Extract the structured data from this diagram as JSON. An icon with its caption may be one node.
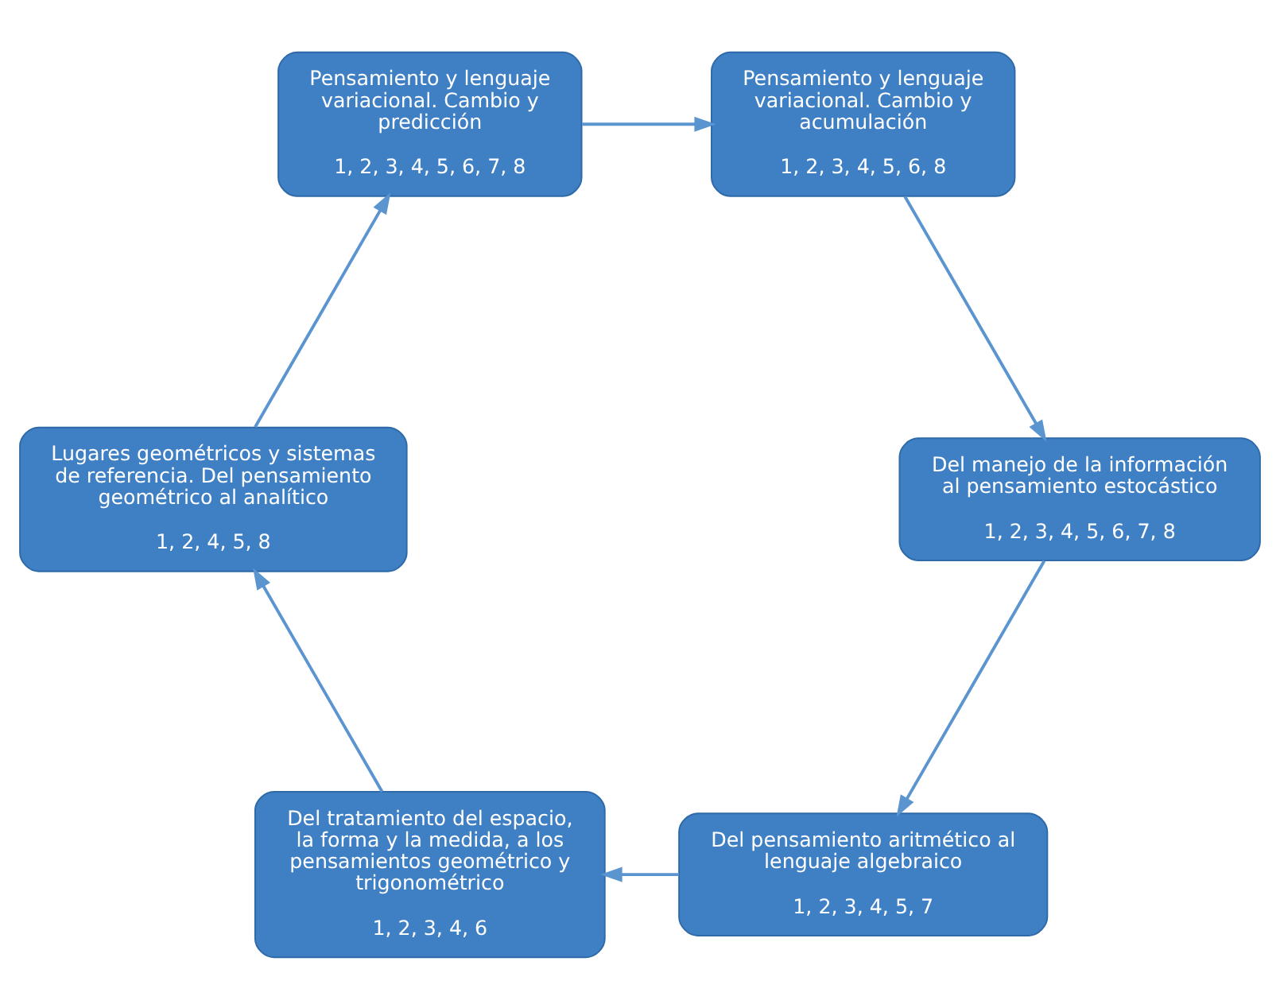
{
  "diagram": {
    "nodes": [
      {
        "text": [
          "Del pensamiento aritmético al lenguaje algebraico",
          "1, 2, 3, 4, 5, 7"
        ]
      },
      {
        "text": [
          "Del tratamiento del espacio, la forma y la medida, a los pensamientos geométrico y trigonométrico",
          "1, 2, 3, 4, 6"
        ]
      },
      {
        "text": [
          "Lugares geométricos y sistemas de referencia. Del pensamiento geométrico al analítico",
          "1, 2, 4, 5, 8"
        ]
      },
      {
        "text": [
          "Pensamiento y lenguaje variacional. Cambio y predicción",
          "1, 2, 3, 4, 5, 6, 7, 8"
        ]
      },
      {
        "text": [
          "Pensamiento y lenguaje variacional. Cambio y acumulación",
          "1, 2, 3, 4, 5, 6, 8"
        ]
      },
      {
        "text": [
          "Del manejo de la información al pensamiento estocástico",
          "1, 2, 3, 4, 5, 6, 7, 8"
        ]
      }
    ],
    "edges": [
      {
        "from": 0,
        "to": 1,
        "arrow": "to"
      },
      {
        "from": 1,
        "to": 2,
        "arrow": "to"
      },
      {
        "from": 2,
        "to": 3,
        "arrow": "to"
      },
      {
        "from": 3,
        "to": 4,
        "arrow": "to"
      },
      {
        "from": 4,
        "to": 5,
        "arrow": "to"
      },
      {
        "from": 5,
        "to": 0,
        "arrow": "to"
      }
    ]
  }
}
